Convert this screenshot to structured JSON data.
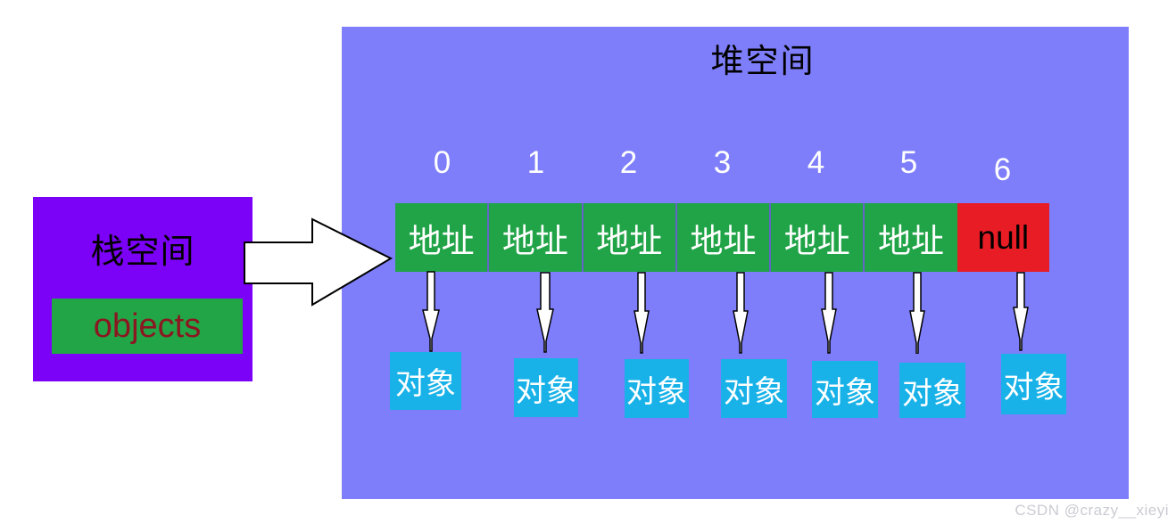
{
  "stack": {
    "title": "栈空间",
    "objects_label": "objects"
  },
  "heap": {
    "title": "堆空间",
    "indices": [
      "0",
      "1",
      "2",
      "3",
      "4",
      "5",
      "6"
    ],
    "cells": [
      {
        "label": "地址",
        "type": "address"
      },
      {
        "label": "地址",
        "type": "address"
      },
      {
        "label": "地址",
        "type": "address"
      },
      {
        "label": "地址",
        "type": "address"
      },
      {
        "label": "地址",
        "type": "address"
      },
      {
        "label": "地址",
        "type": "address"
      },
      {
        "label": "null",
        "type": "null"
      }
    ],
    "objects": [
      {
        "label": "对象"
      },
      {
        "label": "对象"
      },
      {
        "label": "对象"
      },
      {
        "label": "对象"
      },
      {
        "label": "对象"
      },
      {
        "label": "对象"
      },
      {
        "label": "对象"
      }
    ]
  },
  "watermark": "CSDN @crazy__xieyi",
  "colors": {
    "heap_bg": "#7e7efa",
    "stack_bg": "#7b02f6",
    "cell_green": "#21a447",
    "null_red": "#e71c24",
    "object_cyan": "#18b2e8",
    "objects_text": "#8b1722",
    "title_text": "#000000",
    "index_text": "#ffffff"
  }
}
